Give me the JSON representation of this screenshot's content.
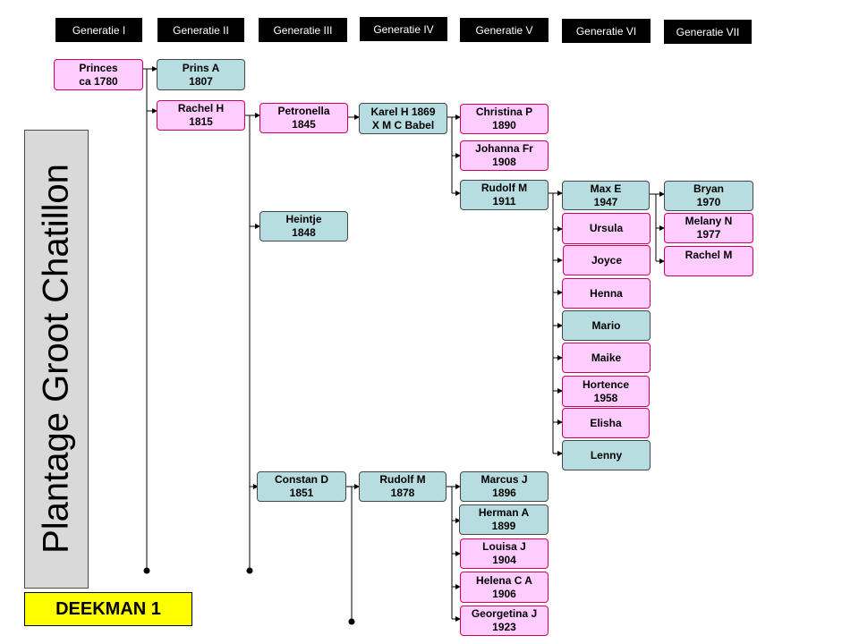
{
  "generations": [
    "Generatie  I",
    "Generatie  II",
    "Generatie  III",
    "Generatie  IV",
    "Generatie  V",
    "Generatie  VI",
    "Generatie  VII"
  ],
  "side_title": "Plantage Groot Chatillon",
  "badge": "DEEKMAN 1",
  "nodes": {
    "princes": [
      "Princes",
      "ca  1780"
    ],
    "prins_a": [
      "Prins A",
      "1807"
    ],
    "rachel_h": [
      "Rachel H",
      "1815"
    ],
    "petronella": [
      "Petronella",
      "1845"
    ],
    "heintje": [
      "Heintje",
      "1848"
    ],
    "constan_d": [
      "Constan  D",
      "1851"
    ],
    "karel_h": [
      "Karel H 1869",
      "X M C Babel"
    ],
    "rudolf_m_1878": [
      "Rudolf M",
      "1878"
    ],
    "christina_p": [
      "Christina  P",
      "1890"
    ],
    "johanna_fr": [
      "Johanna Fr",
      "1908"
    ],
    "rudolf_m_1911": [
      "Rudolf  M",
      "1911"
    ],
    "marcus_j": [
      "Marcus J",
      "1896"
    ],
    "herman_a": [
      "Herman A",
      "1899"
    ],
    "louisa_j": [
      "Louisa J",
      "1904"
    ],
    "helena_ca": [
      "Helena C A",
      "1906"
    ],
    "georgetina_j": [
      "Georgetina J",
      "1923"
    ],
    "max_e": [
      "Max E",
      "1947"
    ],
    "ursula": [
      "Ursula"
    ],
    "joyce": [
      "Joyce"
    ],
    "henna": [
      "Henna"
    ],
    "mario": [
      "Mario"
    ],
    "maike": [
      "Maike"
    ],
    "hortence": [
      "Hortence",
      "1958"
    ],
    "elisha": [
      "Elisha"
    ],
    "lenny": [
      "Lenny"
    ],
    "bryan": [
      "Bryan",
      "1970"
    ],
    "melany_n": [
      "Melany N",
      "1977"
    ],
    "rachel_m": [
      "Rachel M"
    ]
  },
  "colors": {
    "female": "#ffccff",
    "male": "#b7dde0",
    "badge": "#ffff00",
    "panel": "#d9d9d9"
  }
}
